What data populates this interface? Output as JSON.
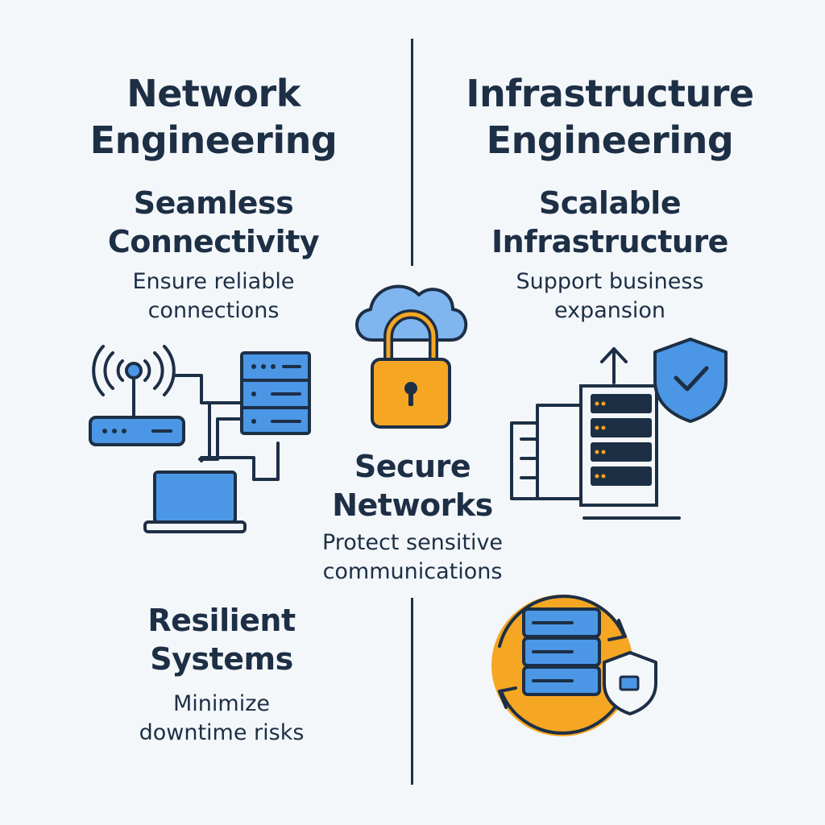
{
  "left_column": {
    "title": [
      "Network",
      "Engineering"
    ],
    "feature": {
      "title": [
        "Seamless",
        "Connectivity"
      ],
      "desc": [
        "Ensure reliable",
        "connections"
      ],
      "icons": [
        "wifi-router-icon",
        "server-rack-icon",
        "laptop-icon"
      ]
    }
  },
  "right_column": {
    "title": [
      "Infrastructure",
      "Engineering"
    ],
    "feature": {
      "title": [
        "Scalable",
        "Infrastructure"
      ],
      "desc": [
        "Support business",
        "expansion"
      ],
      "icons": [
        "upload-arrow-icon",
        "shield-check-icon",
        "server-rack-icon",
        "building-icon"
      ]
    }
  },
  "center_feature": {
    "title": [
      "Secure",
      "Networks"
    ],
    "desc": [
      "Protect sensitive",
      "communications"
    ],
    "icons": [
      "cloud-icon",
      "padlock-icon"
    ]
  },
  "bottom_left_feature": {
    "title": [
      "Resilient",
      "Systems"
    ],
    "desc": [
      "Minimize",
      "downtime risks"
    ]
  },
  "bottom_right_feature": {
    "icons": [
      "server-backup-cycle-icon",
      "shield-icon"
    ]
  },
  "colors": {
    "text": "#1d2f45",
    "blue": "#4b97e6",
    "light_blue": "#7fb6f0",
    "orange": "#f5a623",
    "background": "#f4f7fa"
  }
}
